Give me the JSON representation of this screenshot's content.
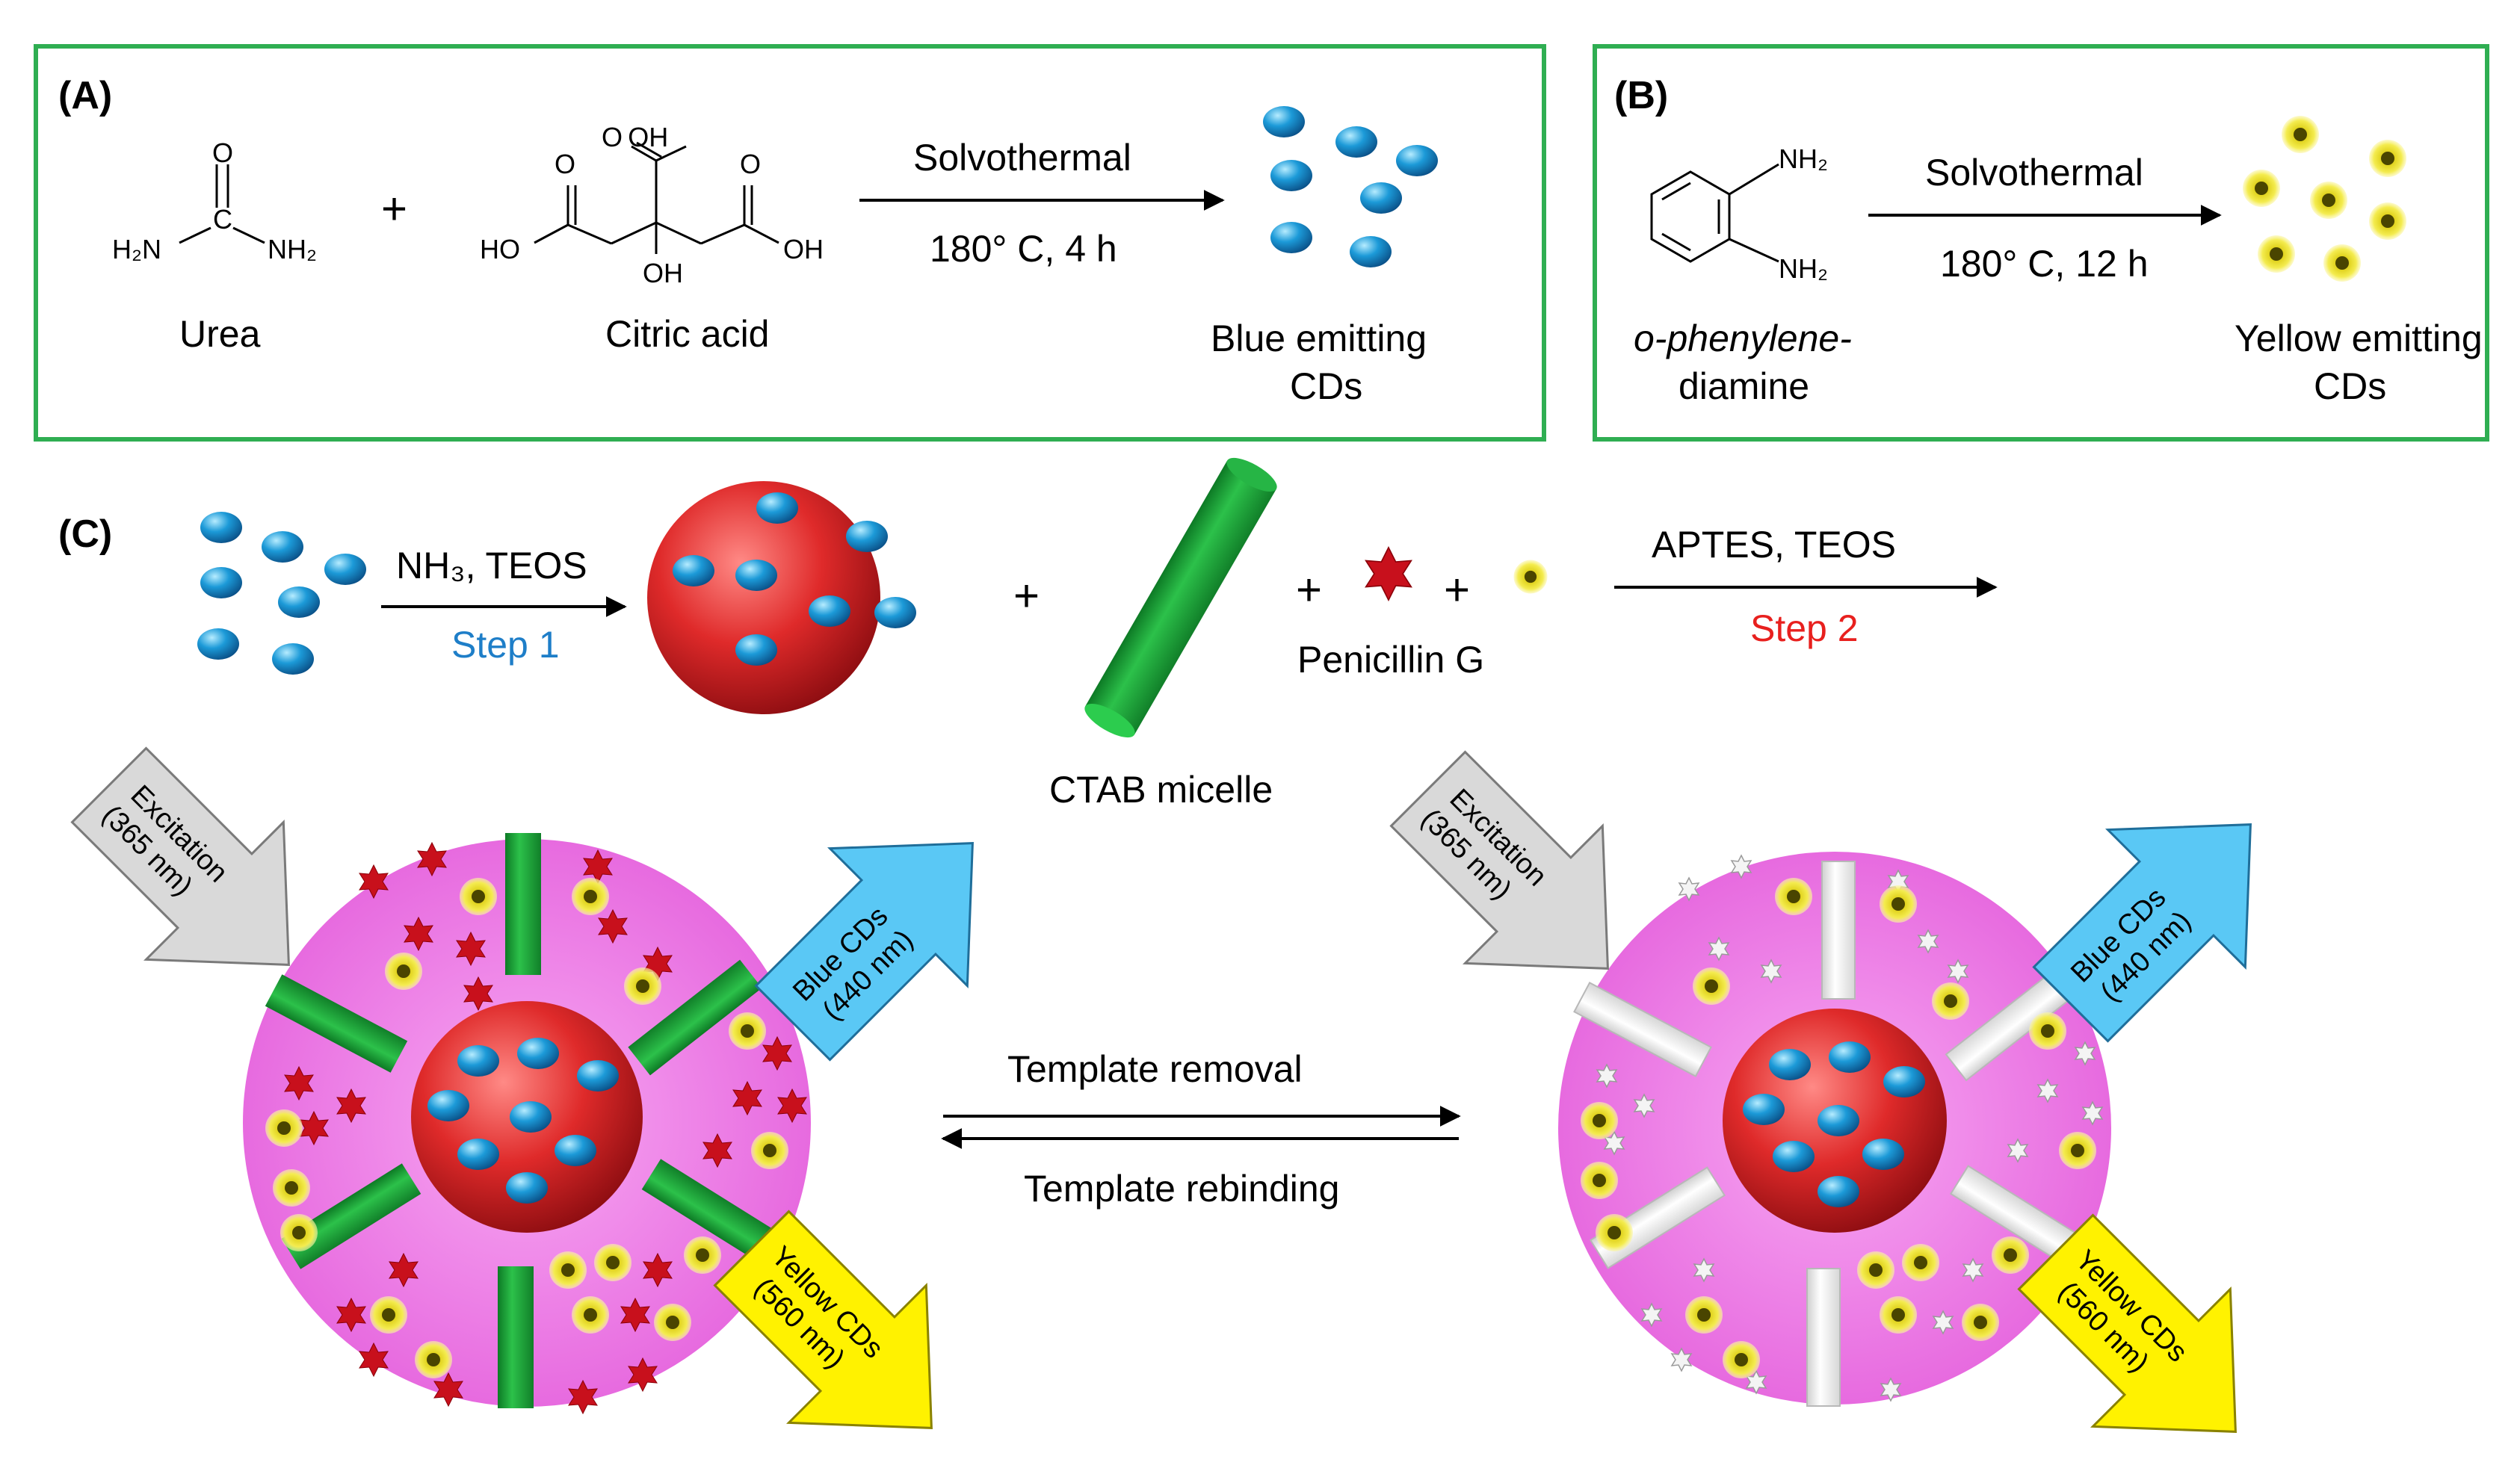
{
  "panels": {
    "a": "(A)",
    "b": "(B)",
    "c": "(C)"
  },
  "chem": {
    "urea_o": "O",
    "urea_c": "C",
    "urea_h2n": "H₂N",
    "urea_nh2": "NH₂",
    "ca_o_left": "O",
    "ca_oh_top": "O OH",
    "ca_o_right": "O",
    "ca_ho": "HO",
    "ca_oh_bottom": "OH",
    "ca_oh_right": "OH",
    "opd_nh2_top": "NH₂",
    "opd_nh2_bottom": "NH₂",
    "plus": "+"
  },
  "labels": {
    "urea": "Urea",
    "citric_acid": "Citric acid",
    "solvothermal_a": "Solvothermal",
    "cond_a": "180° C, 4 h",
    "blue_cds_1": "Blue emitting",
    "blue_cds_2": "CDs",
    "opd_1": "o-phenylene-",
    "opd_2": "diamine",
    "solvothermal_b": "Solvothermal",
    "cond_b": "180° C, 12 h",
    "yellow_cds_1": "Yellow emitting",
    "yellow_cds_2": "CDs",
    "step1_reagent": "NH₃, TEOS",
    "step1": "Step 1",
    "penicillin": "Penicillin G",
    "ctab": "CTAB micelle",
    "step2_reagent": "APTES, TEOS",
    "step2": "Step 2",
    "template_removal": "Template removal",
    "template_rebinding": "Template rebinding",
    "excitation_1": "Excitation",
    "excitation_2": "(365 nm)",
    "blue_em_1": "Blue CDs",
    "blue_em_2": "(440 nm)",
    "yellow_em_1": "Yellow CDs",
    "yellow_em_2": "(560 nm)"
  },
  "colors": {
    "panel_border": "#2fae52",
    "blue_dot": "#1c8fd0",
    "yellow_dot": "#e7d81a",
    "core_red": "#d81f22",
    "shell_pink": "#ee7ae6",
    "rod_green": "#1ea33a",
    "star_red": "#c8101c",
    "step1_color": "#1e7ec8",
    "step2_color": "#e8201e",
    "excitation_arrow": "#d9d9d9",
    "blue_arrow": "#5ac8f5",
    "yellow_arrow": "#fff200"
  }
}
